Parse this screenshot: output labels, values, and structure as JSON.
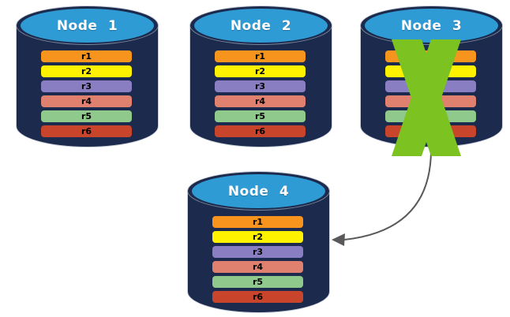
{
  "nodes": [
    {
      "label": "Node 1",
      "failed": false,
      "rows": [
        {
          "label": "r1",
          "color": "#F7941E"
        },
        {
          "label": "r2",
          "color": "#FFF200"
        },
        {
          "label": "r3",
          "color": "#8A7EC2"
        },
        {
          "label": "r4",
          "color": "#E0816F"
        },
        {
          "label": "r5",
          "color": "#8FC98C"
        },
        {
          "label": "r6",
          "color": "#C8452C"
        }
      ]
    },
    {
      "label": "Node 2",
      "failed": false,
      "rows": [
        {
          "label": "r1",
          "color": "#F7941E"
        },
        {
          "label": "r2",
          "color": "#FFF200"
        },
        {
          "label": "r3",
          "color": "#8A7EC2"
        },
        {
          "label": "r4",
          "color": "#E0816F"
        },
        {
          "label": "r5",
          "color": "#8FC98C"
        },
        {
          "label": "r6",
          "color": "#C8452C"
        }
      ]
    },
    {
      "label": "Node 3",
      "failed": true,
      "rows": [
        {
          "label": "r1",
          "color": "#F7941E"
        },
        {
          "label": "r2",
          "color": "#FFF200"
        },
        {
          "label": "r3",
          "color": "#8A7EC2"
        },
        {
          "label": "r4",
          "color": "#E0816F"
        },
        {
          "label": "r5",
          "color": "#8FC98C"
        },
        {
          "label": "r6",
          "color": "#C8452C"
        }
      ]
    },
    {
      "label": "Node 4",
      "failed": false,
      "rows": [
        {
          "label": "r1",
          "color": "#F7941E"
        },
        {
          "label": "r2",
          "color": "#FFF200"
        },
        {
          "label": "r3",
          "color": "#8A7EC2"
        },
        {
          "label": "r4",
          "color": "#E0816F"
        },
        {
          "label": "r5",
          "color": "#8FC98C"
        },
        {
          "label": "r6",
          "color": "#C8452C"
        }
      ]
    }
  ],
  "failure_marker": {
    "icon": "green-x-icon",
    "on_node": "Node 3"
  },
  "arrow": {
    "from": "Node 3",
    "to": "Node 4"
  },
  "colors": {
    "cylinder_body": "#1C2B4D",
    "cylinder_top": "#2E9BD5",
    "failure_x": "#7CC322",
    "arrow": "#595959",
    "row_label": "#000000",
    "node_label": "#FFFFFF"
  }
}
